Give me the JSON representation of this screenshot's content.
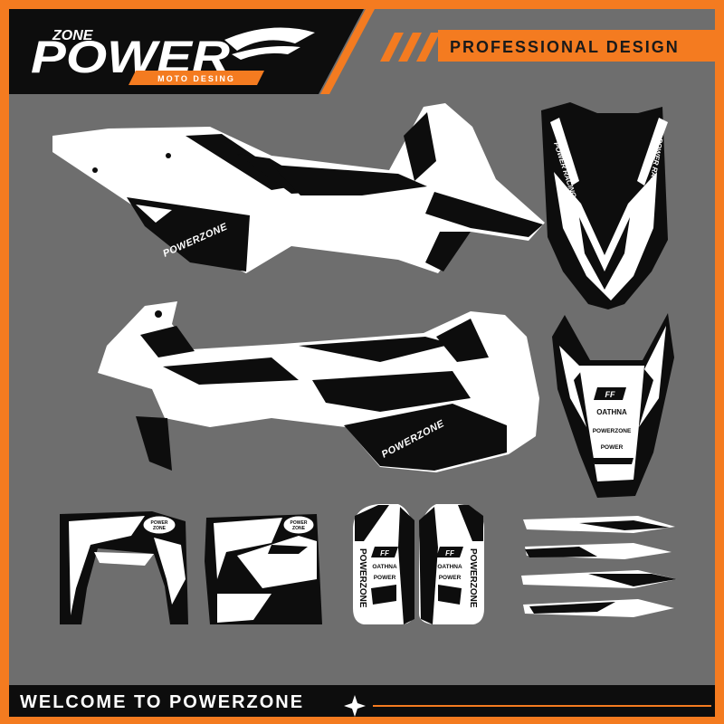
{
  "colors": {
    "accent": "#f47b20",
    "panel": "#6e6e6e",
    "ink": "#0d0d0d",
    "paper": "#ffffff"
  },
  "header": {
    "logo": {
      "small": "ZONE",
      "main": "POWER",
      "bar": "MOTO DESING"
    },
    "tagline": "PROFESSIONAL DESIGN"
  },
  "kit": {
    "shroud_top": {
      "brand": "POWERZONE"
    },
    "front_fender": {
      "left_label": "POWER RACING",
      "right_label": "POWER RACING"
    },
    "shroud_bottom": {
      "brand": "POWERZONE"
    },
    "rear_fender": {
      "badge": "FF",
      "sponsor": "OATHNA",
      "brand": "POWERZONE",
      "tag": "POWER"
    },
    "front_plate": {
      "badge_line1": "POWER",
      "badge_line2": "ZONE"
    },
    "side_plate": {
      "badge_line1": "POWER",
      "badge_line2": "ZONE"
    },
    "fork_guard_left": {
      "brand": "POWERZONE",
      "badge": "FF",
      "sponsor": "OATHNA",
      "tag": "POWER"
    },
    "fork_guard_right": {
      "brand": "POWERZONE",
      "badge": "FF",
      "sponsor": "OATHNA",
      "tag": "POWER"
    }
  },
  "footer": {
    "welcome": "WELCOME TO POWERZONE",
    "divider_icon": "sparkle-icon"
  }
}
